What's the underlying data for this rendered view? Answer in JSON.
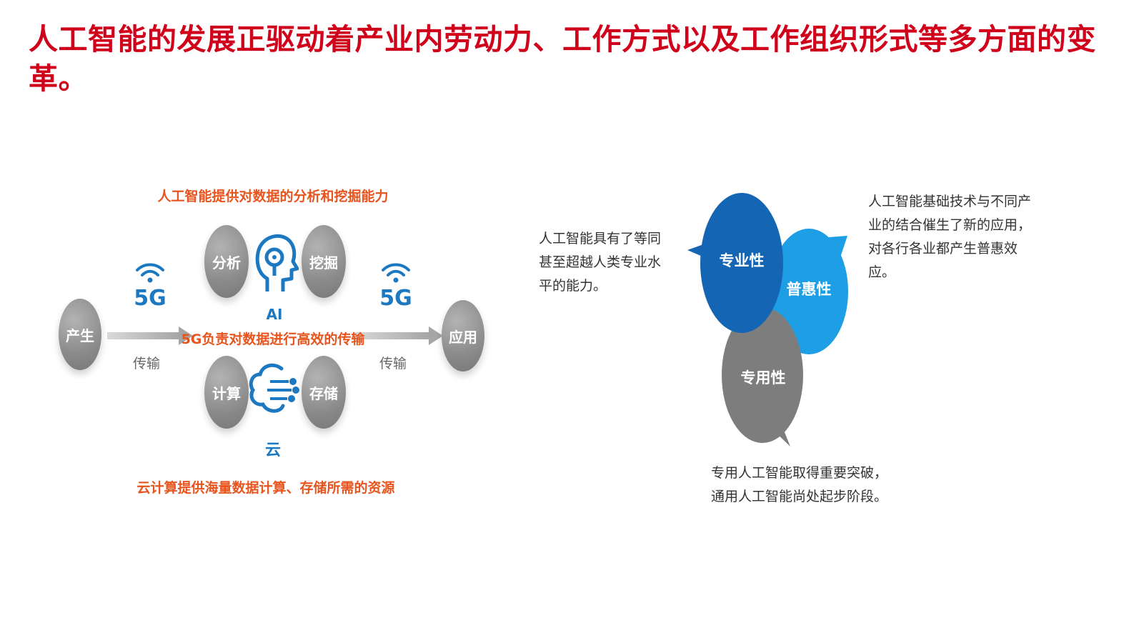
{
  "slide": {
    "title": "人工智能的发展正驱动着产业内劳动力、工作方式以及工作组织形式等多方面的变革。"
  },
  "left_diagram": {
    "top_caption": "人工智能提供对数据的分析和挖掘能力",
    "middle_caption": "5G负责对数据进行高效的传输",
    "bottom_caption": "云计算提供海量数据计算、存储所需的资源",
    "produce": "产生",
    "apply": "应用",
    "analyze": "分析",
    "mine": "挖掘",
    "compute": "计算",
    "store": "存储",
    "ai_label": "AI",
    "cloud_label": "云",
    "fiveg_left": "5G",
    "fiveg_right": "5G",
    "transfer_left": "传输",
    "transfer_right": "传输",
    "colors": {
      "accent_orange": "#e8541d",
      "accent_blue": "#1c78c0",
      "node_gray": "#8a8a8a"
    },
    "icons": [
      "wifi-signal-icon",
      "ai-head-icon",
      "cloud-circuit-icon",
      "arrow-right-icon"
    ]
  },
  "right_diagram": {
    "left_text": "人工智能具有了等同甚至超越人类专业水平的能力。",
    "right_text": "人工智能基础技术与不同产业的结合催生了新的应用，对各行各业都产生普惠效应。",
    "bottom_text": "专用人工智能取得重要突破，通用人工智能尚处起步阶段。",
    "bubble_professional": "专业性",
    "bubble_inclusive": "普惠性",
    "bubble_dedicated": "专用性",
    "colors": {
      "professional": "#1565b5",
      "inclusive": "#1e9ee4",
      "dedicated": "#7d7d7d"
    }
  }
}
